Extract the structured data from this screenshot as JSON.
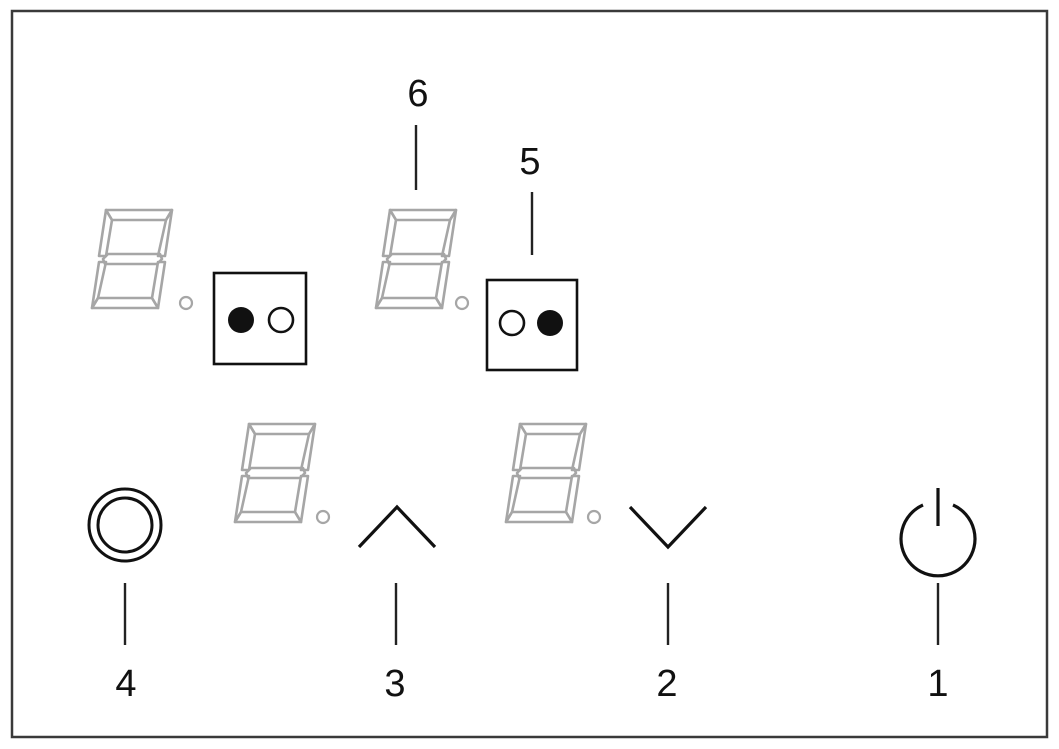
{
  "callouts": {
    "power": "1",
    "down": "2",
    "up": "3",
    "selector": "4",
    "dual_zone_right": "5",
    "display": "6"
  },
  "controls": {
    "power": "power-icon",
    "down": "chevron-down-icon",
    "up": "chevron-up-icon",
    "selector": "double-ring-icon",
    "dual_zone_left": "dual-zone-left-icon",
    "dual_zone_right": "dual-zone-right-icon"
  },
  "displays": {
    "count": 4,
    "digit": "8"
  },
  "colors": {
    "background": "#ffffff",
    "frame": "#3a3a3a",
    "ink": "#111111",
    "segment": "#a6a6a6"
  }
}
